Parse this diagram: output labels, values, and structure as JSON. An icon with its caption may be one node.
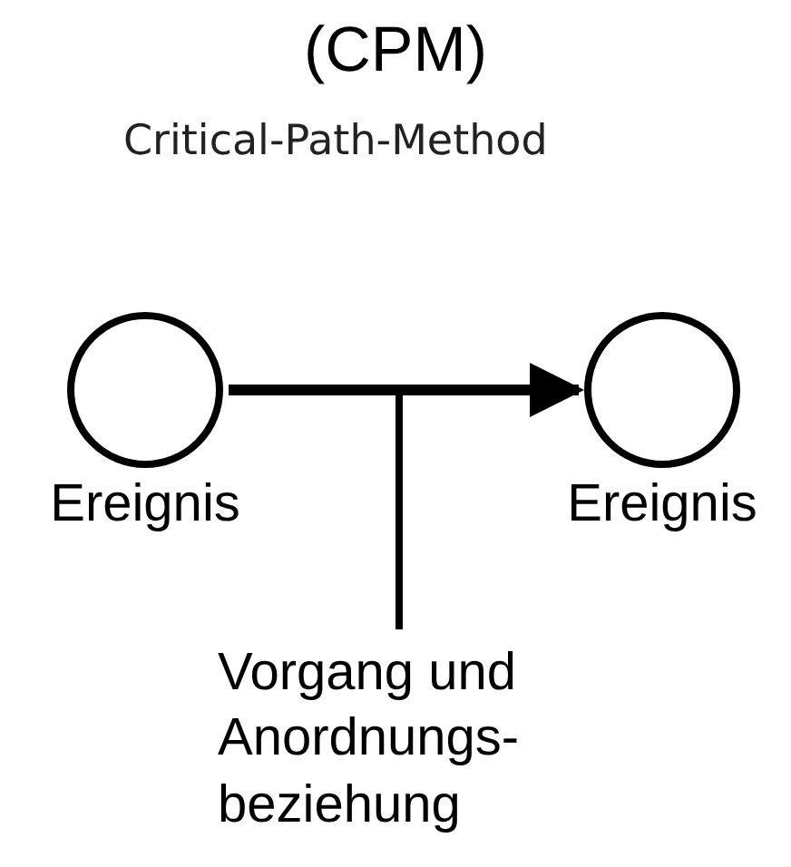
{
  "diagram": {
    "title": "(CPM)",
    "nodes": [
      {
        "text": [],
        "shape": "circle",
        "beside": [
          "Ereignis"
        ]
      },
      {
        "text": [],
        "shape": "circle",
        "beside": [
          "Ereignis"
        ]
      },
      {
        "text": [
          "Vorgang und Anordnungs-beziehung"
        ]
      }
    ],
    "edges": [
      {
        "from": 0,
        "to": 1,
        "arrow": "to"
      },
      {
        "from": 2,
        "to": null,
        "arrow": "none"
      }
    ],
    "labels": [
      "Critical-Path-Method"
    ]
  }
}
